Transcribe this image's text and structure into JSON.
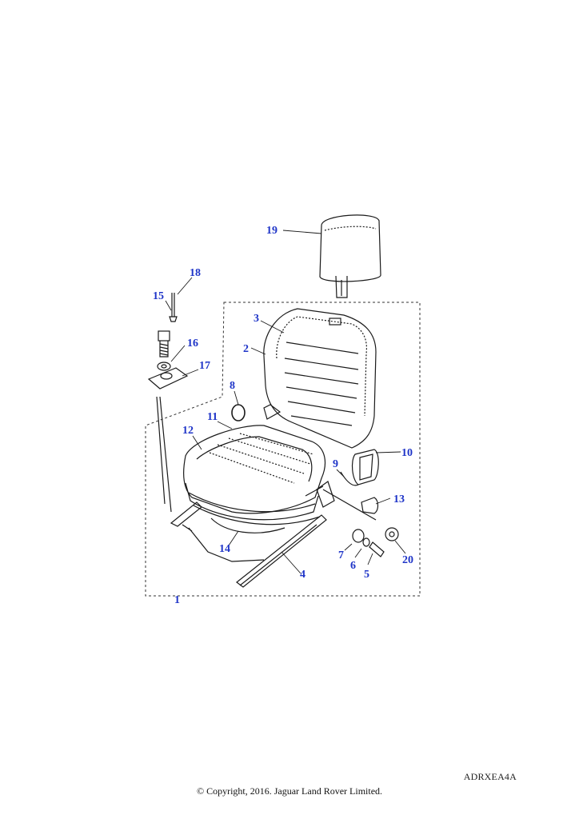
{
  "diagram": {
    "ref_code": "ADRXEA4A",
    "copyright": "© Copyright, 2016. Jaguar Land Rover Limited.",
    "callouts": {
      "c1": "1",
      "c2": "2",
      "c3": "3",
      "c4": "4",
      "c5": "5",
      "c6": "6",
      "c7": "7",
      "c8": "8",
      "c9": "9",
      "c10": "10",
      "c11": "11",
      "c12": "12",
      "c13": "13",
      "c14": "14",
      "c15": "15",
      "c16": "16",
      "c17": "17",
      "c18": "18",
      "c19": "19",
      "c20": "20"
    },
    "colors": {
      "callout": "#1f35c8",
      "line": "#1a1a1a"
    }
  }
}
